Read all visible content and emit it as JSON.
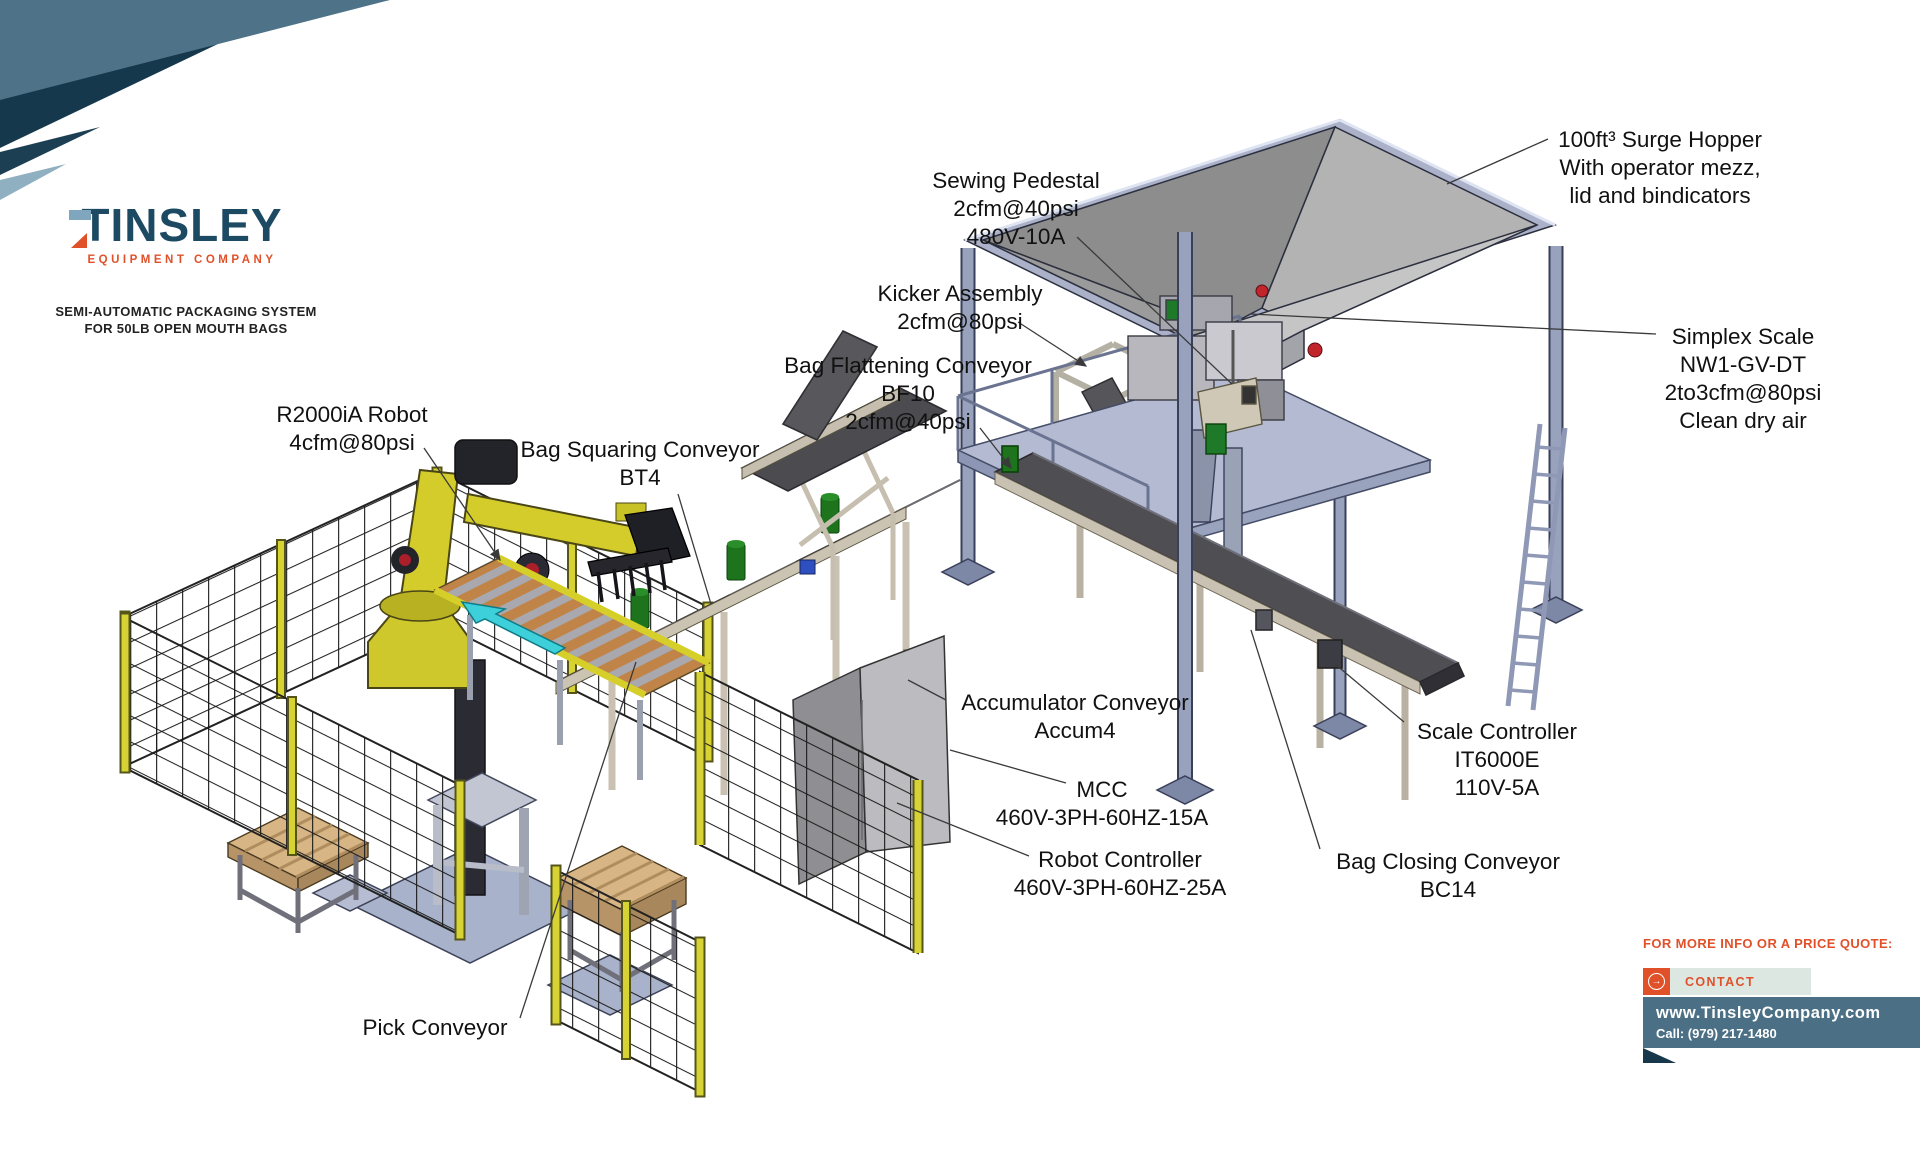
{
  "brand": {
    "logo_text": "TINSLEY",
    "logo_sub": "EQUIPMENT COMPANY",
    "tagline_line1": "SEMI-AUTOMATIC PACKAGING SYSTEM",
    "tagline_line2": "FOR 50LB OPEN MOUTH BAGS"
  },
  "diagram": {
    "title": "Semi-automatic packaging system layout",
    "labels": [
      {
        "id": "sewing-pedestal",
        "lines": [
          "Sewing Pedestal",
          "2cfm@40psi",
          "480V-10A"
        ]
      },
      {
        "id": "kicker-assembly",
        "lines": [
          "Kicker Assembly",
          "2cfm@80psi"
        ]
      },
      {
        "id": "bag-flattening-conveyor",
        "lines": [
          "Bag Flattening Conveyor",
          "BF10",
          "2cfm@40psi"
        ]
      },
      {
        "id": "surge-hopper",
        "lines": [
          "100ft³ Surge Hopper",
          "With operator mezz,",
          "lid and bindicators"
        ]
      },
      {
        "id": "simplex-scale",
        "lines": [
          "Simplex Scale",
          "NW1-GV-DT",
          "2to3cfm@80psi",
          "Clean dry air"
        ]
      },
      {
        "id": "scale-controller",
        "lines": [
          "Scale Controller",
          "IT6000E",
          "110V-5A"
        ]
      },
      {
        "id": "bag-closing-conveyor",
        "lines": [
          "Bag Closing Conveyor",
          "BC14"
        ]
      },
      {
        "id": "accumulator-conveyor",
        "lines": [
          "Accumulator Conveyor",
          "Accum4"
        ]
      },
      {
        "id": "mcc",
        "lines": [
          "MCC",
          "460V-3PH-60HZ-15A"
        ]
      },
      {
        "id": "robot-controller",
        "lines": [
          "Robot Controller",
          "460V-3PH-60HZ-25A"
        ]
      },
      {
        "id": "r2000ia-robot",
        "lines": [
          "R2000iA Robot",
          "4cfm@80psi"
        ]
      },
      {
        "id": "bag-squaring-conveyor",
        "lines": [
          "Bag Squaring Conveyor",
          "BT4"
        ]
      },
      {
        "id": "pick-conveyor",
        "lines": [
          "Pick Conveyor"
        ]
      }
    ]
  },
  "contact": {
    "heading": "FOR MORE INFO OR A PRICE QUOTE:",
    "button_label": "CONTACT",
    "button_icon": "→",
    "website": "www.TinsleyCompany.com",
    "phone": "Call: (979) 217-1480"
  },
  "colors": {
    "brand_navy": "#1d4a63",
    "brand_orange": "#e0512a",
    "banner_slate": "#4e7389",
    "banner_navy": "#16384d",
    "contact_banner_blue": "#4b7086",
    "robot_yellow": "#d3cc2a",
    "fence_post_yellow": "#d8d335",
    "hopper_gray": "#aab1c8",
    "belt_gray": "#4e4e53",
    "motor_green": "#1d741d",
    "flow_arrow_cyan": "#3ed0da"
  }
}
